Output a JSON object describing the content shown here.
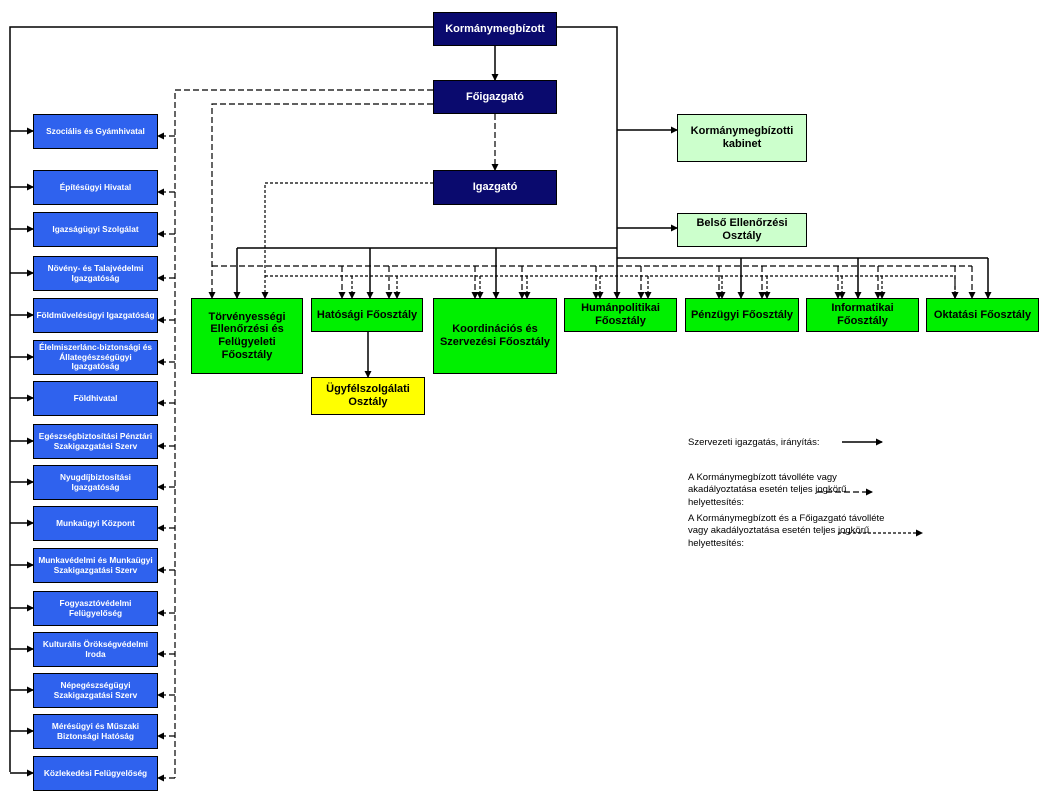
{
  "top": {
    "kormanymegbizott": "Kormánymegbízott",
    "foigazgato": "Főigazgató",
    "igazgato": "Igazgató"
  },
  "staff": {
    "kabinet": "Kormánymegbízotti kabinet",
    "belso": "Belső Ellenőrzési Osztály"
  },
  "departments": [
    "Törvényességi Ellenőrzési és Felügyeleti Főosztály",
    "Hatósági Főosztály",
    "Koordinációs és Szervezési  Főosztály",
    "Humánpolitikai Főosztály",
    "Pénzügyi Főosztály",
    "Informatikai Főosztály",
    "Oktatási Főosztály"
  ],
  "ugyfelszolgalat": "Ügyfélszolgálati Osztály",
  "offices": [
    "Szociális és Gyámhivatal",
    "Építésügyi Hivatal",
    "Igazságügyi Szolgálat",
    "Növény- és Talajvédelmi Igazgatóság",
    "Földművelésügyi Igazgatóság",
    "Élelmiszerlánc-biztonsági és Állategészségügyi Igazgatóság",
    "Földhivatal",
    "Egészségbiztosítási Pénztári Szakigazgatási Szerv",
    "Nyugdíjbiztosítási Igazgatóság",
    "Munkaügyi Központ",
    "Munkavédelmi és Munkaügyi Szakigazgatási Szerv",
    "Fogyasztóvédelmi Felügyelőség",
    "Kulturális Örökségvédelmi Iroda",
    "Népegészségügyi Szakigazgatási Szerv",
    "Mérésügyi és Műszaki Biztonsági Hatóság",
    "Közlekedési Felügyelőség"
  ],
  "legend": {
    "solid": "Szervezeti igazgatás, irányítás:",
    "dashed": "A Kormánymegbízott távolléte vagy akadályoztatása esetén teljes jogkörű helyettesítés:",
    "dotted": "A Kormánymegbízott és a Főigazgató távolléte vagy akadályoztatása esetén teljes jogkörű helyettesítés:"
  },
  "colors": {
    "navy": "#0a0a6e",
    "office_blue": "#2f62ee",
    "department_green": "#00f000",
    "staff_lightgreen": "#ccffcc",
    "yellow": "#ffff00"
  }
}
